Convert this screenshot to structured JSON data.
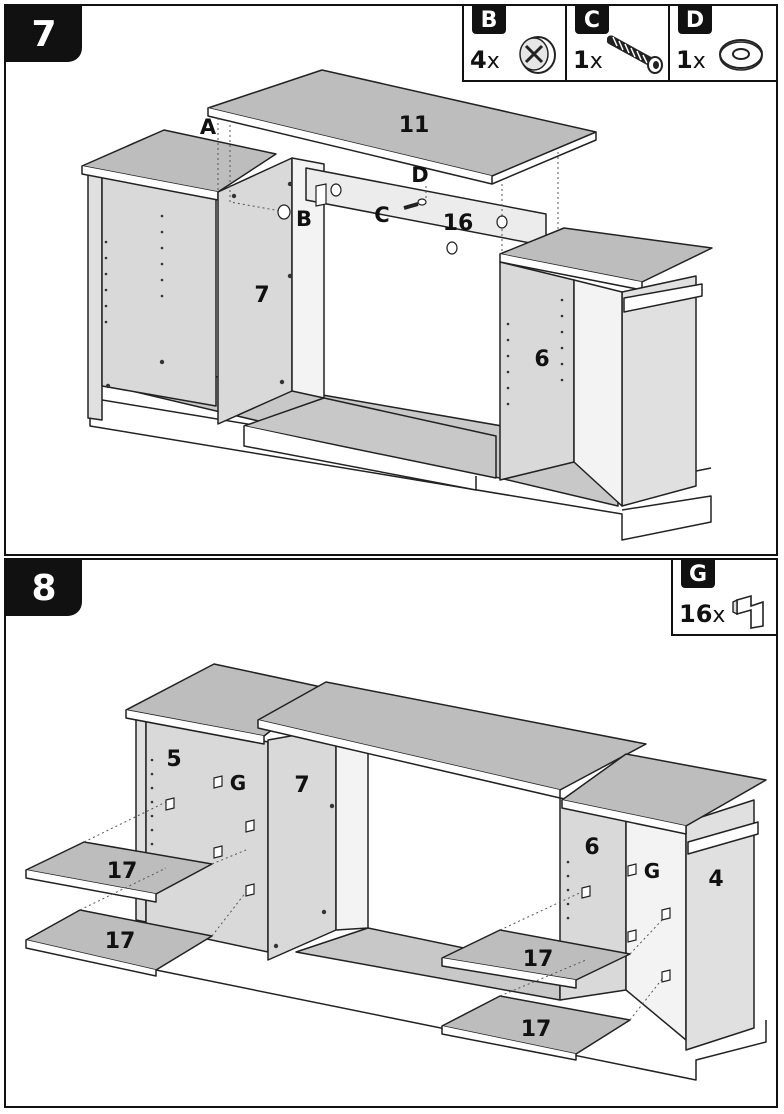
{
  "steps": [
    {
      "number": "7",
      "hardware": [
        {
          "id": "B",
          "qty": "4",
          "mult": "x",
          "icon": "cam-lock-icon"
        },
        {
          "id": "C",
          "qty": "1",
          "mult": "x",
          "icon": "bolt-icon"
        },
        {
          "id": "D",
          "qty": "1",
          "mult": "x",
          "icon": "washer-icon"
        }
      ],
      "labels": {
        "p11": "11",
        "p7": "7",
        "p6": "6",
        "p16": "16",
        "A": "A",
        "B": "B",
        "C": "C",
        "D": "D"
      }
    },
    {
      "number": "8",
      "hardware": [
        {
          "id": "G",
          "qty": "16",
          "mult": "x",
          "icon": "shelf-pin-icon"
        }
      ],
      "labels": {
        "p5": "5",
        "p7": "7",
        "p6": "6",
        "p4": "4",
        "G1": "G",
        "G2": "G",
        "s1": "17",
        "s2": "17",
        "s3": "17",
        "s4": "17"
      }
    }
  ]
}
